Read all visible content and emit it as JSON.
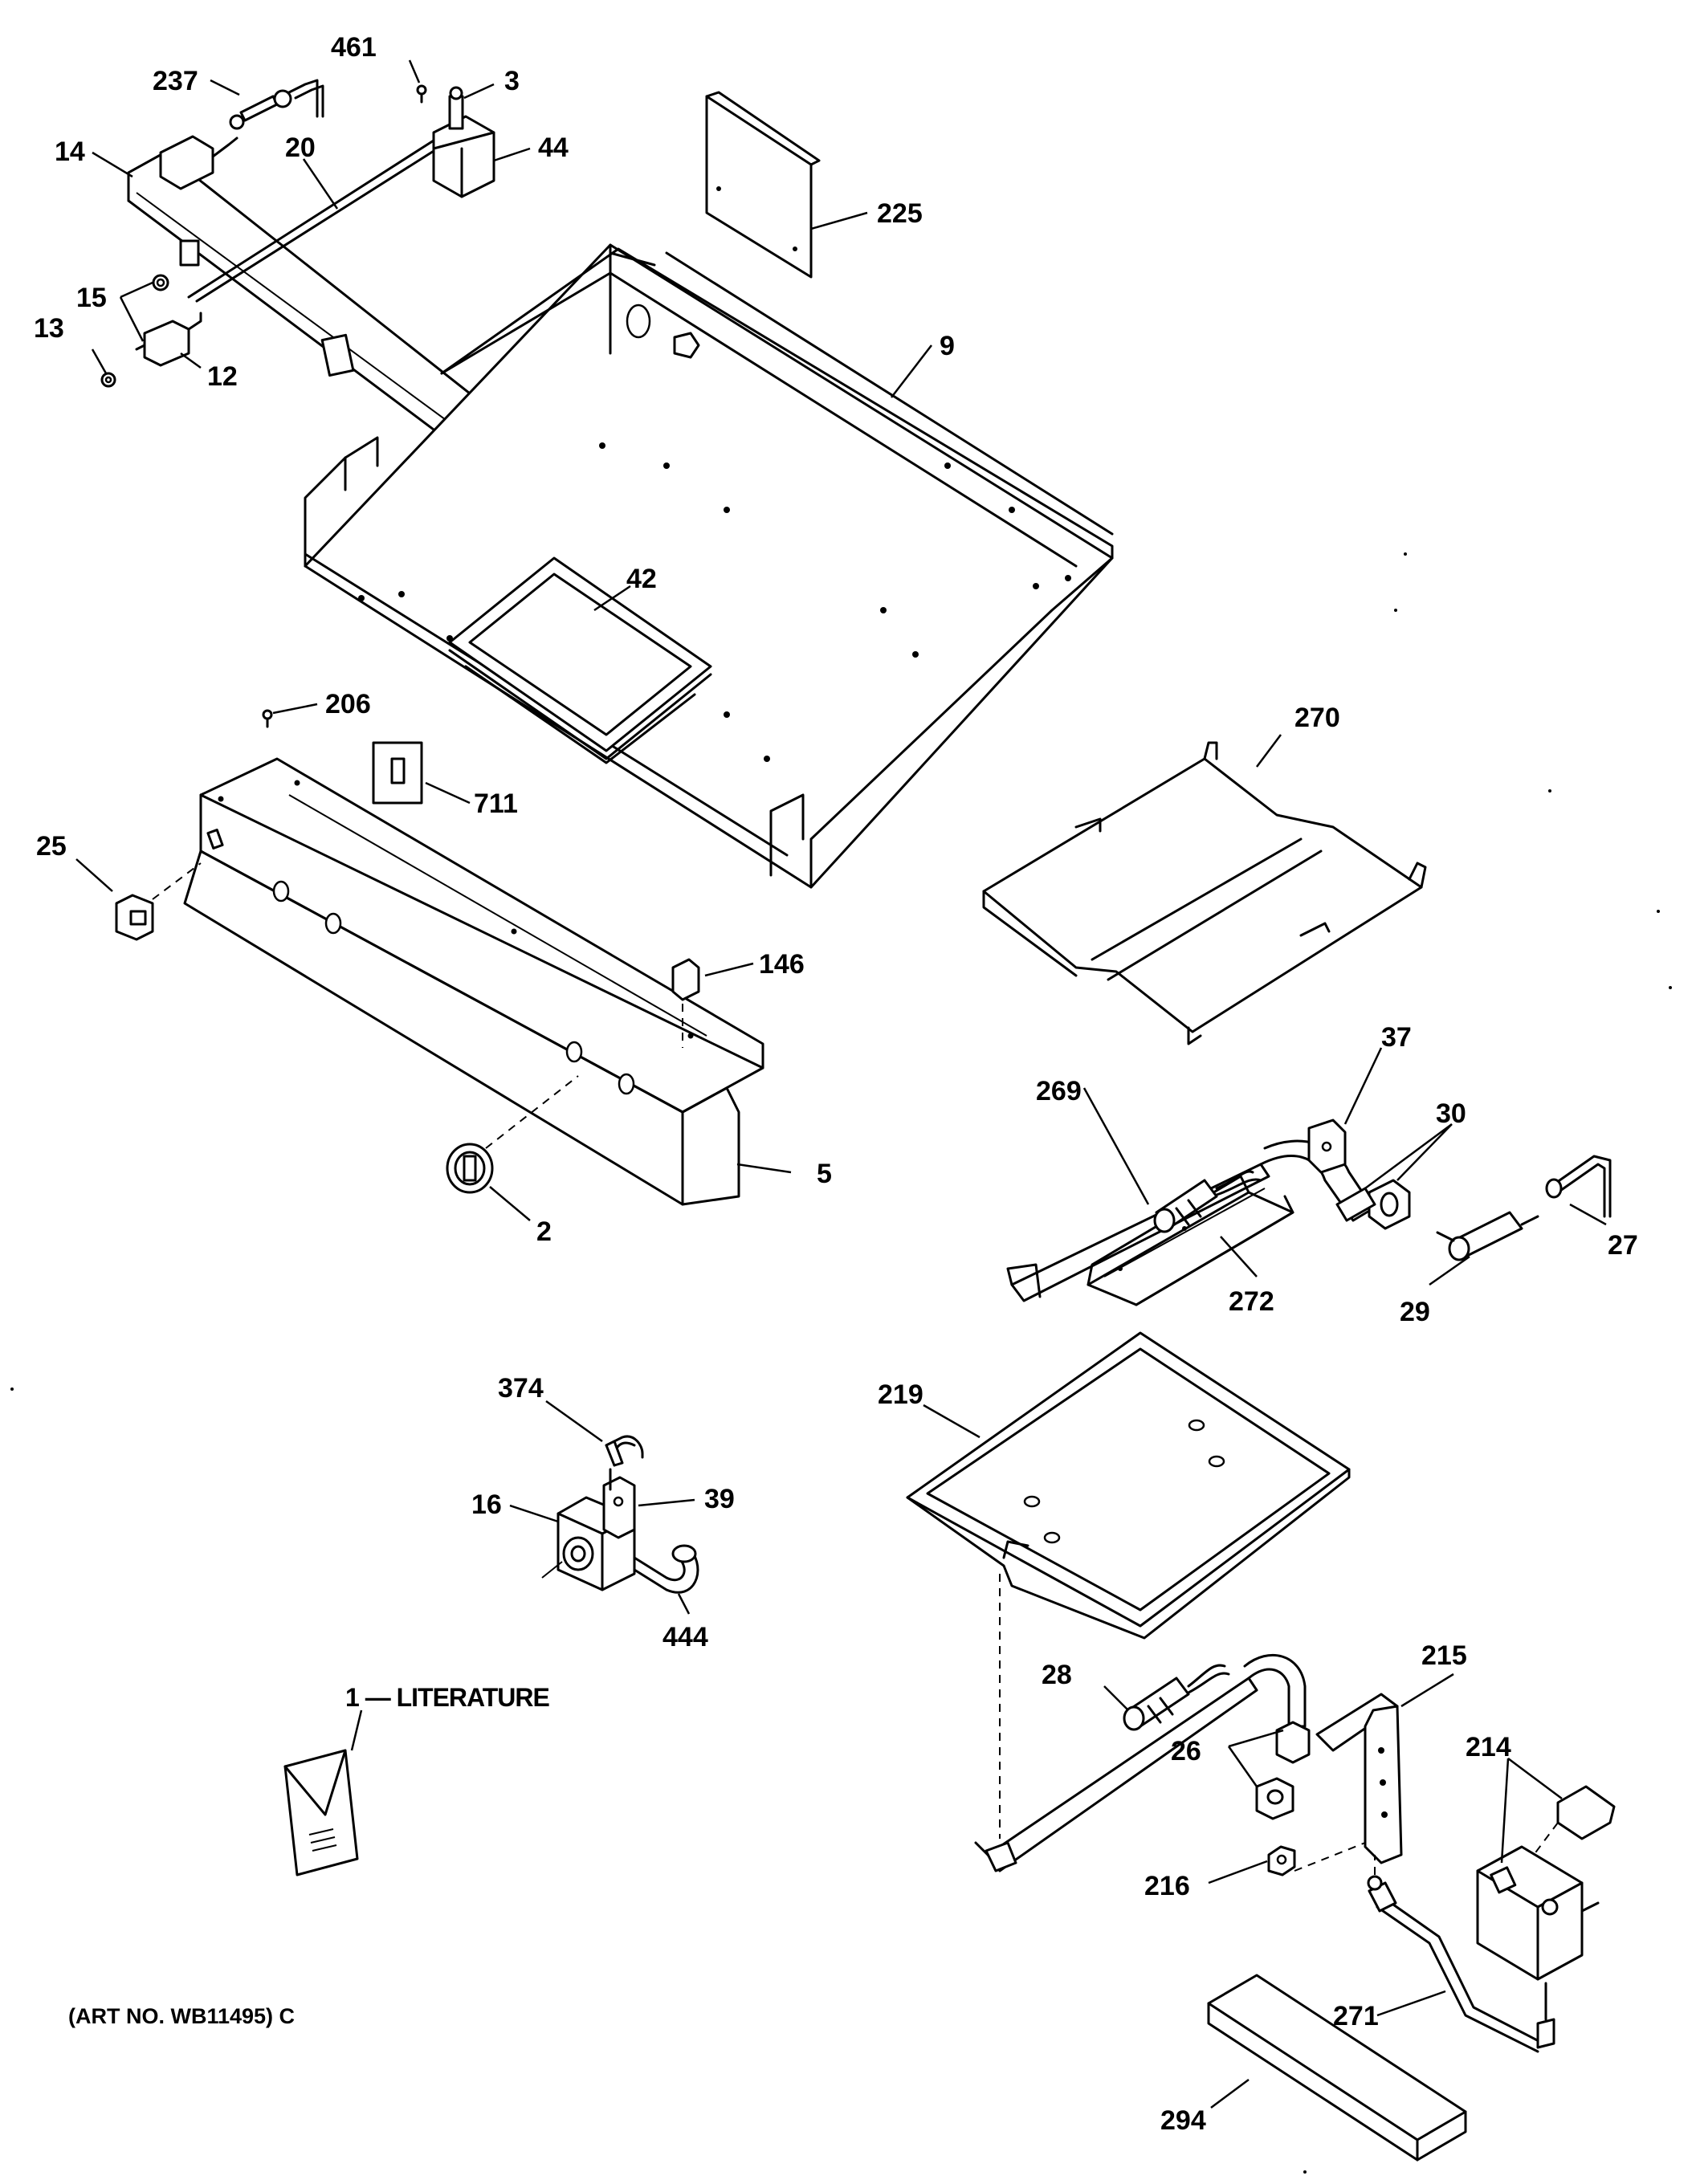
{
  "callouts": {
    "c237": "237",
    "c461": "461",
    "c3": "3",
    "c14": "14",
    "c20": "20",
    "c44": "44",
    "c225": "225",
    "c15": "15",
    "c13": "13",
    "c12": "12",
    "c9": "9",
    "c42": "42",
    "c206": "206",
    "c711": "711",
    "c270": "270",
    "c25": "25",
    "c146": "146",
    "c37": "37",
    "c269": "269",
    "c30": "30",
    "c5": "5",
    "c2": "2",
    "c27": "27",
    "c272": "272",
    "c29": "29",
    "c374": "374",
    "c219": "219",
    "c16": "16",
    "c39": "39",
    "c444": "444",
    "c215": "215",
    "c28": "28",
    "c214": "214",
    "c26": "26",
    "c216": "216",
    "c271": "271",
    "c294": "294"
  },
  "literature_label": "1 — LITERATURE",
  "art_number": "(ART NO. WB11495) C"
}
